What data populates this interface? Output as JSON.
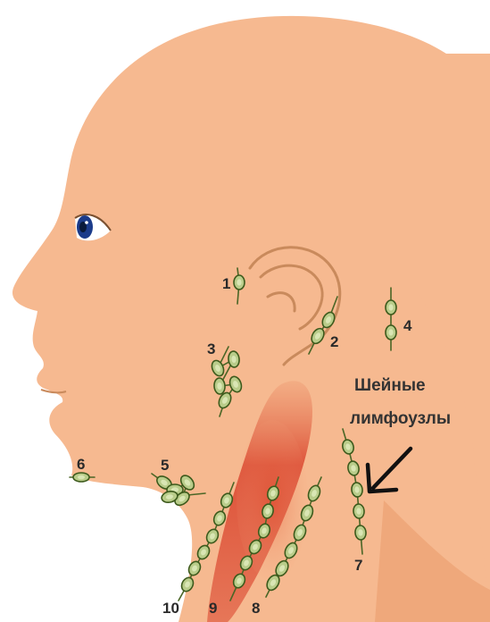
{
  "colors": {
    "skin": "#f6b990",
    "muscle": "#d9402a",
    "lymph_node": "#b9cc8a",
    "lymph_outline": "#3d5a1c",
    "text": "#2a2a2a"
  },
  "caption": {
    "line1": "Шейные",
    "line2": "лимфоузлы"
  },
  "labels": {
    "n1": "1",
    "n2": "2",
    "n3": "3",
    "n4": "4",
    "n5": "5",
    "n6": "6",
    "n7": "7",
    "n8": "8",
    "n9": "9",
    "n10": "10"
  }
}
